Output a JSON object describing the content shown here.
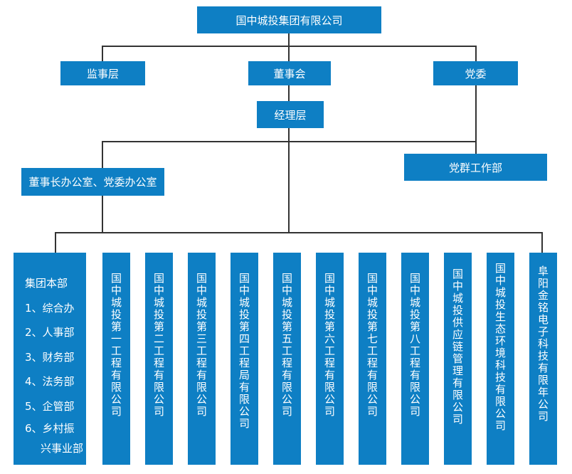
{
  "top": "国中城投集团有限公司",
  "supervisory": "监事层",
  "board": "董事会",
  "party": "党委",
  "management": "经理层",
  "office": "董事长办公室、党委办公室",
  "party_work": "党群工作部",
  "headquarters": {
    "title": "集团本部",
    "items": [
      "1、综合办",
      "2、人事部",
      "3、财务部",
      "4、法务部",
      "5、企管部",
      "6、乡村振",
      "兴事业部"
    ]
  },
  "subsidiaries": [
    "国中城投第一工程有限公司",
    "国中城投第二工程有限公司",
    "国中城投第三工程有限公司",
    "国中城投第四工程局有限公司",
    "国中城投第五工程有限公司",
    "国中城投第六工程有限公司",
    "国中城投第七工程有限公司",
    "国中城投第八工程有限公司",
    "国中城投供应链管理有限公司",
    "国中城投生态环境科技有限公司",
    "阜阳金铭电子科技有限年公司"
  ]
}
